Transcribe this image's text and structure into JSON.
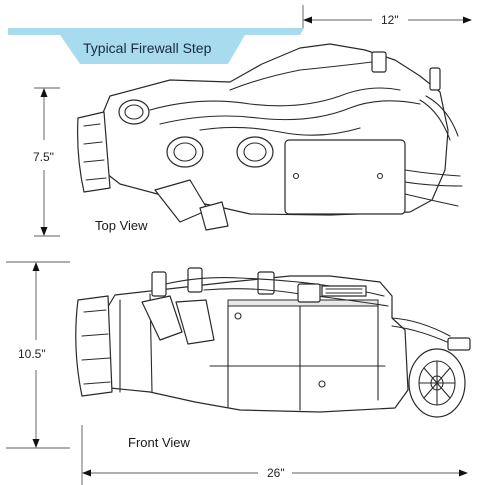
{
  "firewall_step": {
    "label": "Typical Firewall Step",
    "color": "#a9dbef"
  },
  "dimensions": {
    "width_top": "12\"",
    "depth": "7.5\"",
    "height": "10.5\"",
    "width_front": "26\""
  },
  "views": {
    "top": "Top View",
    "front": "Front View"
  }
}
